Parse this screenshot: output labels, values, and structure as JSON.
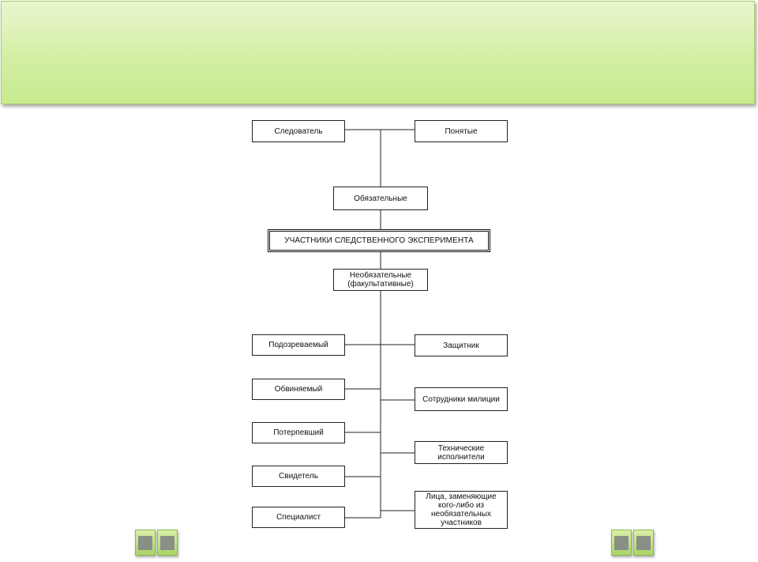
{
  "slide": {
    "title": ""
  },
  "diagram": {
    "main": "УЧАСТНИКИ СЛЕДСТВЕННОГО ЭКСПЕРИМЕНТА",
    "mandatory_label": "Обязательные",
    "optional_label": "Необязательные (факультативные)",
    "mandatory_left": "Следователь",
    "mandatory_right": "Понятые",
    "optional_left": [
      "Подозреваемый",
      "Обвиняемый",
      "Потерпевший",
      "Свидетель",
      "Специалист"
    ],
    "optional_right": [
      "Защитник",
      "Сотрудники милиции",
      "Технические исполнители",
      "Лица, заменяющие кого-либо из необязательных участников"
    ]
  },
  "navigation": {
    "buttons": [
      "home-icon",
      "back-arrow-icon",
      "previous-icon",
      "next-arrow-icon"
    ],
    "accent": "#a9d466",
    "icon_color": "#8a8f86"
  }
}
